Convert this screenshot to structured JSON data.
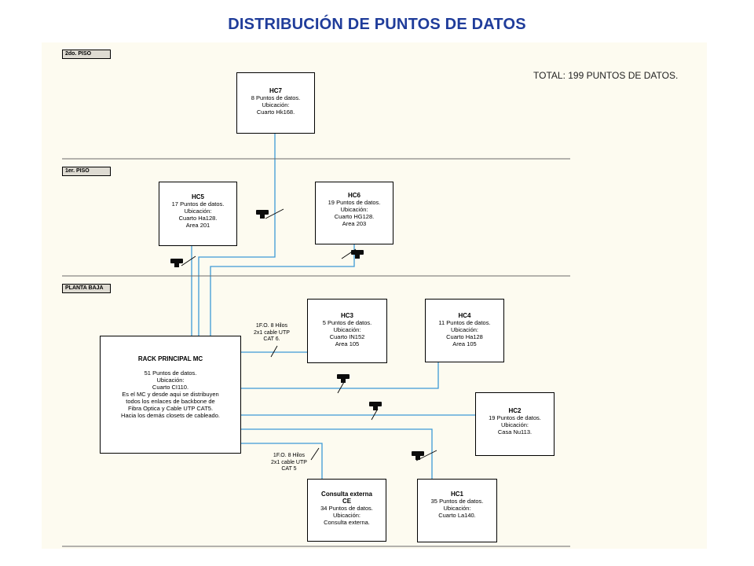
{
  "title": "DISTRIBUCIÓN DE PUNTOS DE DATOS",
  "total": "TOTAL: 199 PUNTOS DE DATOS.",
  "floors": [
    {
      "label": "2do. PISO"
    },
    {
      "label": "1er. PISO"
    },
    {
      "label": "PLANTA BAJA"
    }
  ],
  "boxes": {
    "hc7": {
      "title": "HC7",
      "lines": [
        "8 Puntos de datos.",
        "Ubicación:",
        "Cuarto Hk168."
      ]
    },
    "hc5": {
      "title": "HC5",
      "lines": [
        "17 Puntos de datos.",
        "Ubicación:",
        "Cuarto Ha128.",
        "Area 201"
      ]
    },
    "hc6": {
      "title": "HC6",
      "lines": [
        "19 Puntos de datos.",
        "Ubicación:",
        "Cuarto HG128.",
        "Area 203"
      ]
    },
    "hc3": {
      "title": "HC3",
      "lines": [
        "5 Puntos de datos.",
        "Ubicación:",
        "Cuarto IN152",
        "Area 105"
      ]
    },
    "hc4": {
      "title": "HC4",
      "lines": [
        "11 Puntos de datos.",
        "Ubicación:",
        "Cuarto Ha128",
        "Area 105"
      ]
    },
    "hc2": {
      "title": "HC2",
      "lines": [
        "19 Puntos de datos.",
        "Ubicación:",
        "Casa Nu113."
      ]
    },
    "hc1": {
      "title": "HC1",
      "lines": [
        "35 Puntos de datos.",
        "Ubicación:",
        "Cuarto La140."
      ]
    },
    "mc": {
      "title": "RACK PRINCIPAL MC",
      "lines": [
        "51 Puntos de datos.",
        "Ubicación:",
        "Cuarto CI110.",
        "Es el MC y desde aqui se distribuyen",
        "todos los enlaces de backbone de",
        "Fibra Optica y Cable UTP CAT5.",
        "Hacia los demás closets de cableado."
      ]
    },
    "ce": {
      "title": "Consulta externa",
      "title2": "CE",
      "lines": [
        "34 Puntos de datos.",
        "Ubicación:",
        "Consulta externa."
      ]
    }
  },
  "cable_notes": [
    {
      "lines": [
        "1F.O. 8 Hilos",
        "2x1 cable UTP",
        "CAT 6."
      ]
    },
    {
      "lines": [
        "1F.O. 8 Hilos",
        "2x1 cable UTP",
        "CAT 5"
      ]
    }
  ],
  "colors": {
    "title": "#1f3c9a",
    "wire": "#3e9ad6",
    "frame": "#000000"
  }
}
